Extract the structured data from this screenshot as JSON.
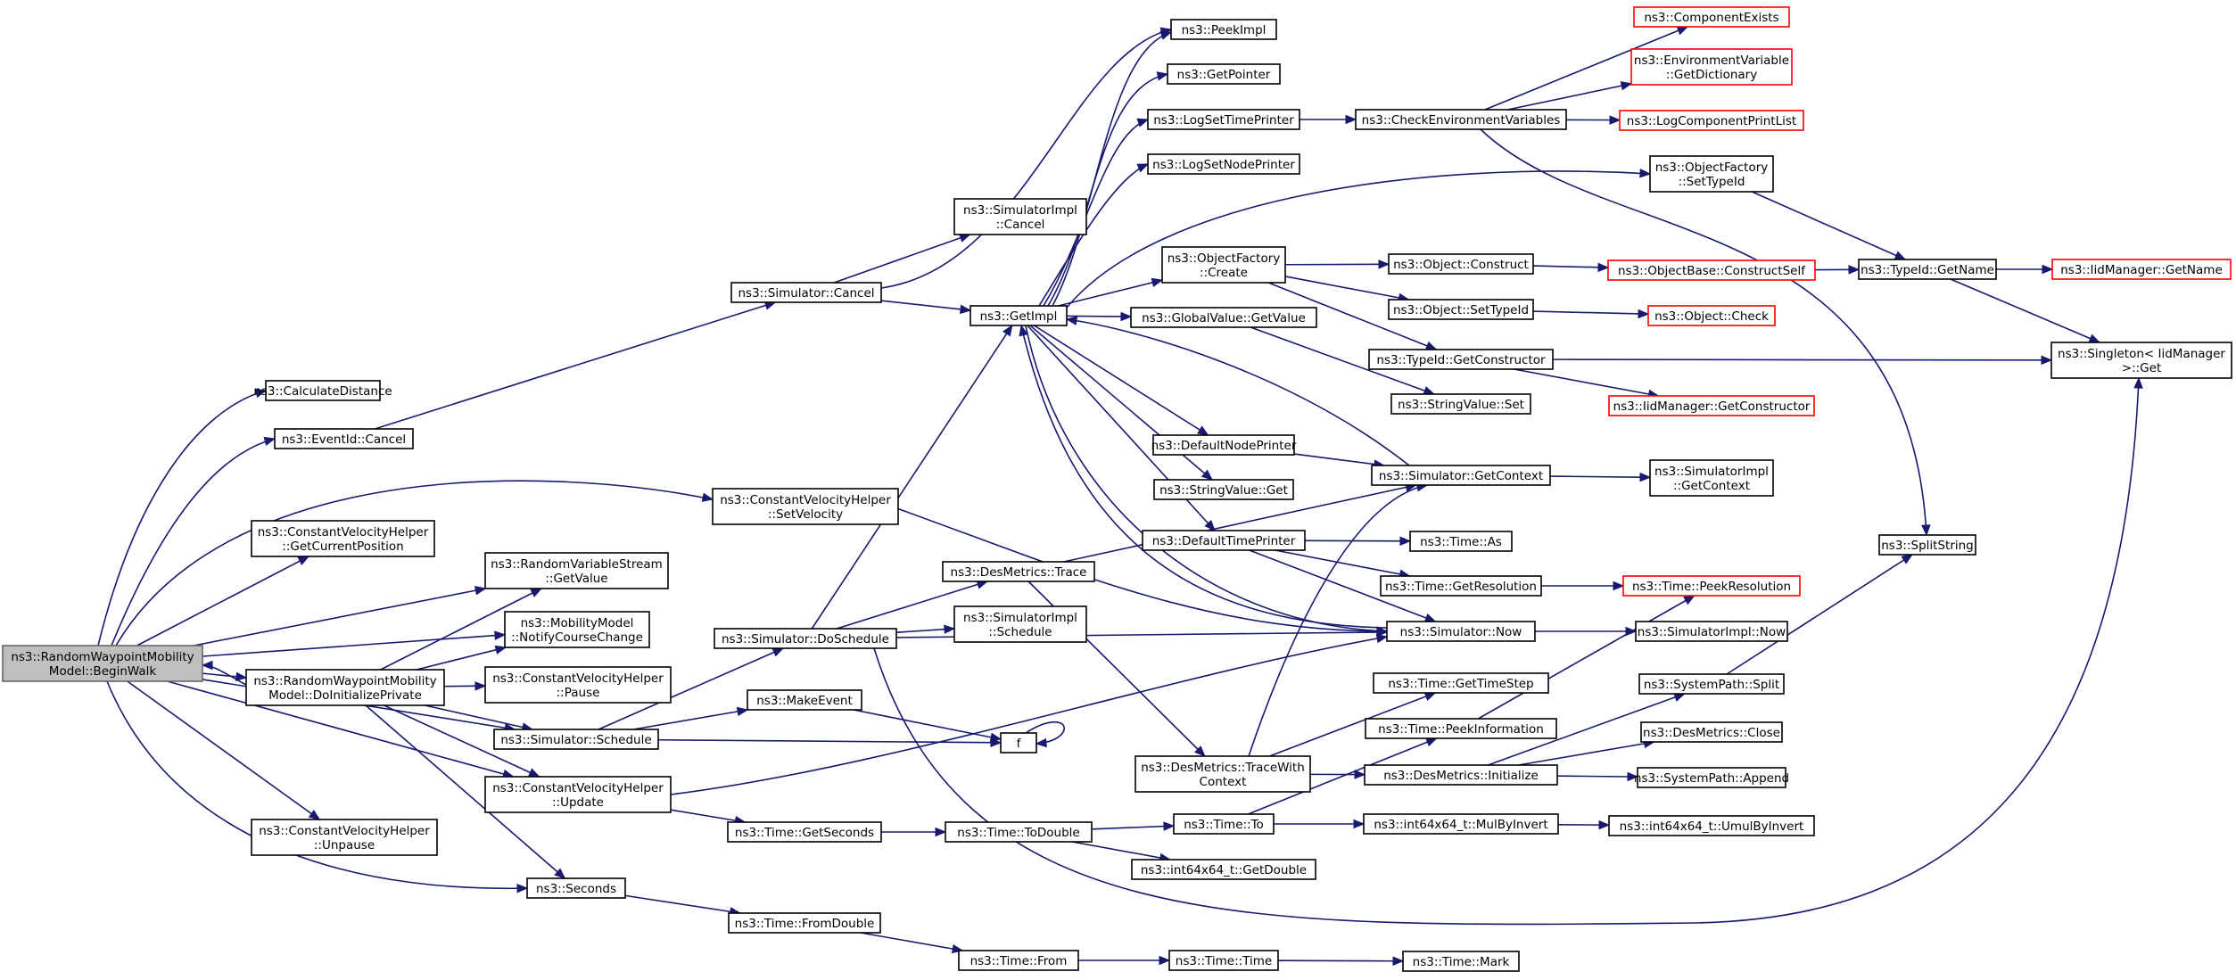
{
  "nodes": [
    {
      "id": "root",
      "lines": [
        "ns3::RandomWaypointMobility",
        "Model::BeginWalk"
      ],
      "root": true
    },
    {
      "id": "calcdist",
      "lines": [
        "ns3::CalculateDistance"
      ]
    },
    {
      "id": "evcancel",
      "lines": [
        "ns3::EventId::Cancel"
      ]
    },
    {
      "id": "cvh_setvel",
      "lines": [
        "ns3::ConstantVelocityHelper",
        "::SetVelocity"
      ]
    },
    {
      "id": "cvh_getpos",
      "lines": [
        "ns3::ConstantVelocityHelper",
        "::GetCurrentPosition"
      ]
    },
    {
      "id": "rvs_getvalue",
      "lines": [
        "ns3::RandomVariableStream",
        "::GetValue"
      ]
    },
    {
      "id": "mm_notify",
      "lines": [
        "ns3::MobilityModel",
        "::NotifyCourseChange"
      ]
    },
    {
      "id": "rwm_doinit",
      "lines": [
        "ns3::RandomWaypointMobility",
        "Model::DoInitializePrivate"
      ]
    },
    {
      "id": "cvh_pause",
      "lines": [
        "ns3::ConstantVelocityHelper",
        "::Pause"
      ]
    },
    {
      "id": "sim_schedule",
      "lines": [
        "ns3::Simulator::Schedule"
      ]
    },
    {
      "id": "cvh_update",
      "lines": [
        "ns3::ConstantVelocityHelper",
        "::Update"
      ]
    },
    {
      "id": "cvh_unpause",
      "lines": [
        "ns3::ConstantVelocityHelper",
        "::Unpause"
      ]
    },
    {
      "id": "seconds",
      "lines": [
        "ns3::Seconds"
      ]
    },
    {
      "id": "sim_cancel",
      "lines": [
        "ns3::Simulator::Cancel"
      ]
    },
    {
      "id": "sim_doschedule",
      "lines": [
        "ns3::Simulator::DoSchedule"
      ]
    },
    {
      "id": "makeevent",
      "lines": [
        "ns3::MakeEvent"
      ]
    },
    {
      "id": "time_getseconds",
      "lines": [
        "ns3::Time::GetSeconds"
      ]
    },
    {
      "id": "time_fromdouble",
      "lines": [
        "ns3::Time::FromDouble"
      ]
    },
    {
      "id": "simimpl_cancel",
      "lines": [
        "ns3::SimulatorImpl",
        "::Cancel"
      ]
    },
    {
      "id": "getimpl",
      "lines": [
        "ns3::GetImpl"
      ]
    },
    {
      "id": "desmetrics_trace",
      "lines": [
        "ns3::DesMetrics::Trace"
      ]
    },
    {
      "id": "simimpl_schedule",
      "lines": [
        "ns3::SimulatorImpl",
        "::Schedule"
      ]
    },
    {
      "id": "f",
      "lines": [
        "f"
      ]
    },
    {
      "id": "time_todouble",
      "lines": [
        "ns3::Time::ToDouble"
      ]
    },
    {
      "id": "time_from",
      "lines": [
        "ns3::Time::From"
      ]
    },
    {
      "id": "peekimpl",
      "lines": [
        "ns3::PeekImpl"
      ]
    },
    {
      "id": "getpointer",
      "lines": [
        "ns3::GetPointer"
      ]
    },
    {
      "id": "logsettimeprinter",
      "lines": [
        "ns3::LogSetTimePrinter"
      ]
    },
    {
      "id": "logsetnodeprinter",
      "lines": [
        "ns3::LogSetNodePrinter"
      ]
    },
    {
      "id": "of_create",
      "lines": [
        "ns3::ObjectFactory",
        "::Create"
      ]
    },
    {
      "id": "gv_getvalue",
      "lines": [
        "ns3::GlobalValue::GetValue"
      ]
    },
    {
      "id": "defaultnodeprinter",
      "lines": [
        "ns3::DefaultNodePrinter"
      ]
    },
    {
      "id": "sv_get",
      "lines": [
        "ns3::StringValue::Get"
      ]
    },
    {
      "id": "defaulttimeprinter",
      "lines": [
        "ns3::DefaultTimePrinter"
      ]
    },
    {
      "id": "dm_tracewithcontext",
      "lines": [
        "ns3::DesMetrics::TraceWith",
        "Context"
      ]
    },
    {
      "id": "time_to",
      "lines": [
        "ns3::Time::To"
      ]
    },
    {
      "id": "i64_getdouble",
      "lines": [
        "ns3::int64x64_t::GetDouble"
      ]
    },
    {
      "id": "time_time",
      "lines": [
        "ns3::Time::Time"
      ]
    },
    {
      "id": "checkenv",
      "lines": [
        "ns3::CheckEnvironmentVariables"
      ]
    },
    {
      "id": "obj_construct",
      "lines": [
        "ns3::Object::Construct"
      ]
    },
    {
      "id": "obj_settypeid",
      "lines": [
        "ns3::Object::SetTypeId"
      ]
    },
    {
      "id": "tid_getconstructor",
      "lines": [
        "ns3::TypeId::GetConstructor"
      ]
    },
    {
      "id": "sv_set",
      "lines": [
        "ns3::StringValue::Set"
      ]
    },
    {
      "id": "sim_getcontext",
      "lines": [
        "ns3::Simulator::GetContext"
      ]
    },
    {
      "id": "time_as",
      "lines": [
        "ns3::Time::As"
      ]
    },
    {
      "id": "time_getresolution",
      "lines": [
        "ns3::Time::GetResolution"
      ]
    },
    {
      "id": "sim_now",
      "lines": [
        "ns3::Simulator::Now"
      ]
    },
    {
      "id": "time_gettimestep",
      "lines": [
        "ns3::Time::GetTimeStep"
      ]
    },
    {
      "id": "time_peekinformation",
      "lines": [
        "ns3::Time::PeekInformation"
      ]
    },
    {
      "id": "dm_initialize",
      "lines": [
        "ns3::DesMetrics::Initialize"
      ]
    },
    {
      "id": "i64_mulbyinvert",
      "lines": [
        "ns3::int64x64_t::MulByInvert"
      ]
    },
    {
      "id": "time_mark",
      "lines": [
        "ns3::Time::Mark"
      ]
    },
    {
      "id": "componentexists",
      "lines": [
        "ns3::ComponentExists"
      ],
      "incomplete": true
    },
    {
      "id": "envvar_getdict",
      "lines": [
        "ns3::EnvironmentVariable",
        "::GetDictionary"
      ],
      "incomplete": true
    },
    {
      "id": "logcompprintlist",
      "lines": [
        "ns3::LogComponentPrintList"
      ],
      "incomplete": true
    },
    {
      "id": "of_settypeid",
      "lines": [
        "ns3::ObjectFactory",
        "::SetTypeId"
      ]
    },
    {
      "id": "ob_constructself",
      "lines": [
        "ns3::ObjectBase::ConstructSelf"
      ],
      "incomplete": true
    },
    {
      "id": "obj_check",
      "lines": [
        "ns3::Object::Check"
      ],
      "incomplete": true
    },
    {
      "id": "iid_getconstructor",
      "lines": [
        "ns3::IidManager::GetConstructor"
      ],
      "incomplete": true
    },
    {
      "id": "simimpl_getcontext",
      "lines": [
        "ns3::SimulatorImpl",
        "::GetContext"
      ]
    },
    {
      "id": "time_peekresolution",
      "lines": [
        "ns3::Time::PeekResolution"
      ],
      "incomplete": true
    },
    {
      "id": "simimpl_now",
      "lines": [
        "ns3::SimulatorImpl::Now"
      ]
    },
    {
      "id": "sp_split",
      "lines": [
        "ns3::SystemPath::Split"
      ]
    },
    {
      "id": "dm_close",
      "lines": [
        "ns3::DesMetrics::Close"
      ]
    },
    {
      "id": "sp_append",
      "lines": [
        "ns3::SystemPath::Append"
      ]
    },
    {
      "id": "i64_umulbyinvert",
      "lines": [
        "ns3::int64x64_t::UmulByInvert"
      ]
    },
    {
      "id": "tid_getname",
      "lines": [
        "ns3::TypeId::GetName"
      ]
    },
    {
      "id": "splitstring",
      "lines": [
        "ns3::SplitString"
      ]
    },
    {
      "id": "iid_getname",
      "lines": [
        "ns3::IidManager::GetName"
      ],
      "incomplete": true
    },
    {
      "id": "singleton_get",
      "lines": [
        "ns3::Singleton< IidManager",
        ">::Get"
      ]
    }
  ],
  "edges": [
    [
      "root",
      "calcdist"
    ],
    [
      "root",
      "evcancel"
    ],
    [
      "root",
      "cvh_setvel"
    ],
    [
      "root",
      "cvh_getpos"
    ],
    [
      "root",
      "rvs_getvalue"
    ],
    [
      "root",
      "mm_notify"
    ],
    [
      "root",
      "rwm_doinit"
    ],
    [
      "root",
      "sim_schedule"
    ],
    [
      "root",
      "cvh_update"
    ],
    [
      "root",
      "cvh_unpause"
    ],
    [
      "root",
      "seconds"
    ],
    [
      "rwm_doinit",
      "root"
    ],
    [
      "rwm_doinit",
      "rvs_getvalue"
    ],
    [
      "rwm_doinit",
      "mm_notify"
    ],
    [
      "rwm_doinit",
      "cvh_pause"
    ],
    [
      "rwm_doinit",
      "sim_schedule"
    ],
    [
      "rwm_doinit",
      "cvh_update"
    ],
    [
      "rwm_doinit",
      "seconds"
    ],
    [
      "evcancel",
      "sim_cancel"
    ],
    [
      "cvh_setvel",
      "sim_now"
    ],
    [
      "sim_schedule",
      "sim_doschedule"
    ],
    [
      "sim_schedule",
      "makeevent"
    ],
    [
      "sim_schedule",
      "f"
    ],
    [
      "cvh_update",
      "sim_now"
    ],
    [
      "cvh_update",
      "time_getseconds"
    ],
    [
      "seconds",
      "time_fromdouble"
    ],
    [
      "sim_cancel",
      "simimpl_cancel"
    ],
    [
      "sim_cancel",
      "getimpl"
    ],
    [
      "sim_cancel",
      "peekimpl"
    ],
    [
      "sim_doschedule",
      "getimpl"
    ],
    [
      "sim_doschedule",
      "desmetrics_trace"
    ],
    [
      "sim_doschedule",
      "simimpl_schedule"
    ],
    [
      "sim_doschedule",
      "sim_now"
    ],
    [
      "sim_doschedule",
      "singleton_get"
    ],
    [
      "makeevent",
      "f"
    ],
    [
      "f",
      "f"
    ],
    [
      "time_getseconds",
      "time_todouble"
    ],
    [
      "time_fromdouble",
      "time_from"
    ],
    [
      "getimpl",
      "peekimpl"
    ],
    [
      "getimpl",
      "getpointer"
    ],
    [
      "getimpl",
      "logsettimeprinter"
    ],
    [
      "getimpl",
      "logsetnodeprinter"
    ],
    [
      "getimpl",
      "of_create"
    ],
    [
      "getimpl",
      "gv_getvalue"
    ],
    [
      "getimpl",
      "defaultnodeprinter"
    ],
    [
      "getimpl",
      "sv_get"
    ],
    [
      "getimpl",
      "defaulttimeprinter"
    ],
    [
      "getimpl",
      "sim_now"
    ],
    [
      "getimpl",
      "of_settypeid"
    ],
    [
      "desmetrics_trace",
      "sim_getcontext"
    ],
    [
      "desmetrics_trace",
      "dm_tracewithcontext"
    ],
    [
      "time_todouble",
      "time_to"
    ],
    [
      "time_todouble",
      "i64_getdouble"
    ],
    [
      "time_from",
      "time_time"
    ],
    [
      "logsettimeprinter",
      "checkenv"
    ],
    [
      "of_create",
      "obj_construct"
    ],
    [
      "of_create",
      "obj_settypeid"
    ],
    [
      "of_create",
      "tid_getconstructor"
    ],
    [
      "gv_getvalue",
      "sv_set"
    ],
    [
      "defaultnodeprinter",
      "sim_getcontext"
    ],
    [
      "defaulttimeprinter",
      "time_as"
    ],
    [
      "defaulttimeprinter",
      "time_getresolution"
    ],
    [
      "defaulttimeprinter",
      "sim_now"
    ],
    [
      "dm_tracewithcontext",
      "time_gettimestep"
    ],
    [
      "dm_tracewithcontext",
      "dm_initialize"
    ],
    [
      "dm_tracewithcontext",
      "sim_getcontext"
    ],
    [
      "time_to",
      "time_peekinformation"
    ],
    [
      "time_to",
      "i64_mulbyinvert"
    ],
    [
      "time_time",
      "time_mark"
    ],
    [
      "checkenv",
      "componentexists"
    ],
    [
      "checkenv",
      "envvar_getdict"
    ],
    [
      "checkenv",
      "logcompprintlist"
    ],
    [
      "checkenv",
      "splitstring"
    ],
    [
      "obj_construct",
      "ob_constructself"
    ],
    [
      "obj_settypeid",
      "obj_check"
    ],
    [
      "tid_getconstructor",
      "iid_getconstructor"
    ],
    [
      "tid_getconstructor",
      "singleton_get"
    ],
    [
      "sim_getcontext",
      "getimpl"
    ],
    [
      "sim_getcontext",
      "simimpl_getcontext"
    ],
    [
      "time_getresolution",
      "time_peekresolution"
    ],
    [
      "sim_now",
      "getimpl"
    ],
    [
      "sim_now",
      "simimpl_now"
    ],
    [
      "time_peekinformation",
      "time_peekresolution"
    ],
    [
      "dm_initialize",
      "sp_split"
    ],
    [
      "dm_initialize",
      "dm_close"
    ],
    [
      "dm_initialize",
      "sp_append"
    ],
    [
      "i64_mulbyinvert",
      "i64_umulbyinvert"
    ],
    [
      "of_settypeid",
      "tid_getname"
    ],
    [
      "ob_constructself",
      "tid_getname"
    ],
    [
      "sp_split",
      "splitstring"
    ],
    [
      "tid_getname",
      "iid_getname"
    ],
    [
      "tid_getname",
      "singleton_get"
    ]
  ]
}
